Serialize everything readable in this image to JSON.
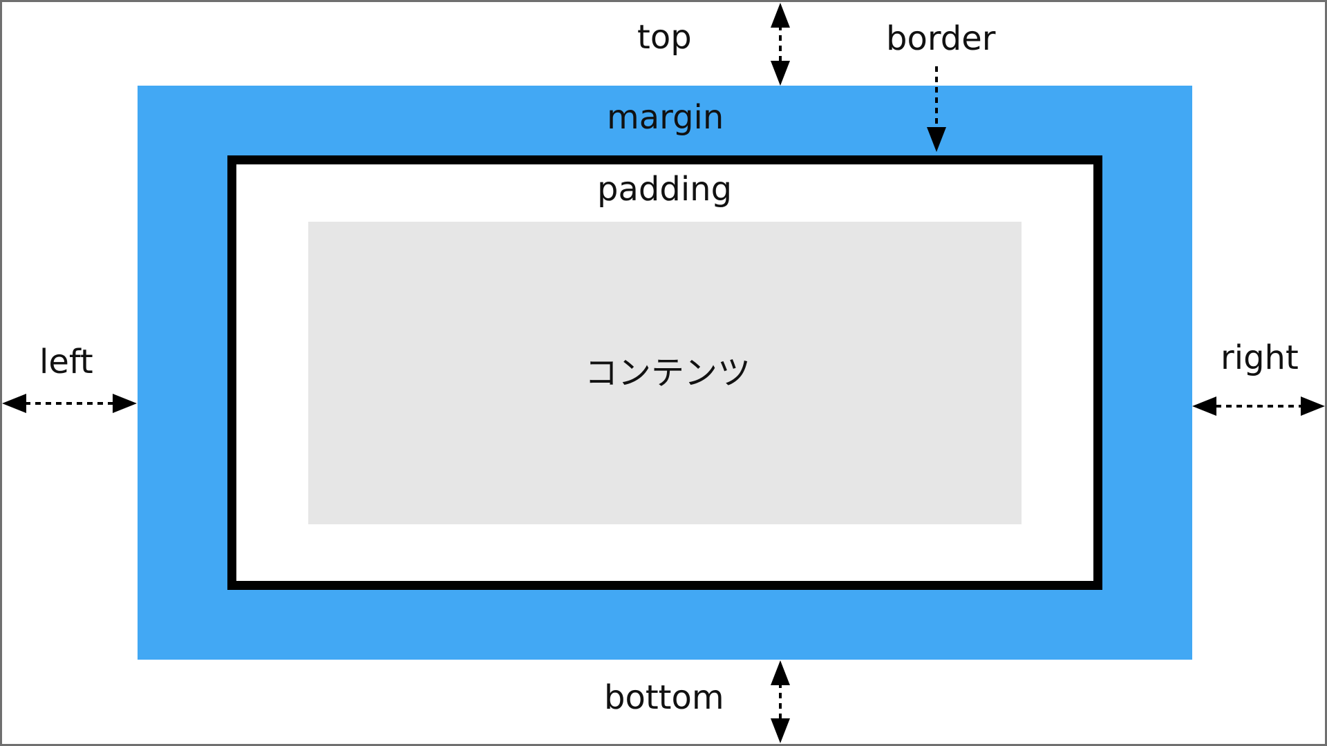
{
  "colors": {
    "margin": "#42a8f4",
    "border": "#000000",
    "padding": "#ffffff",
    "content": "#e6e6e6",
    "frame": "#6f6f6f",
    "arrow": "#000000"
  },
  "labels": {
    "top": "top",
    "border": "border",
    "margin": "margin",
    "padding": "padding",
    "content": "コンテンツ",
    "left": "left",
    "right": "right",
    "bottom": "bottom"
  }
}
